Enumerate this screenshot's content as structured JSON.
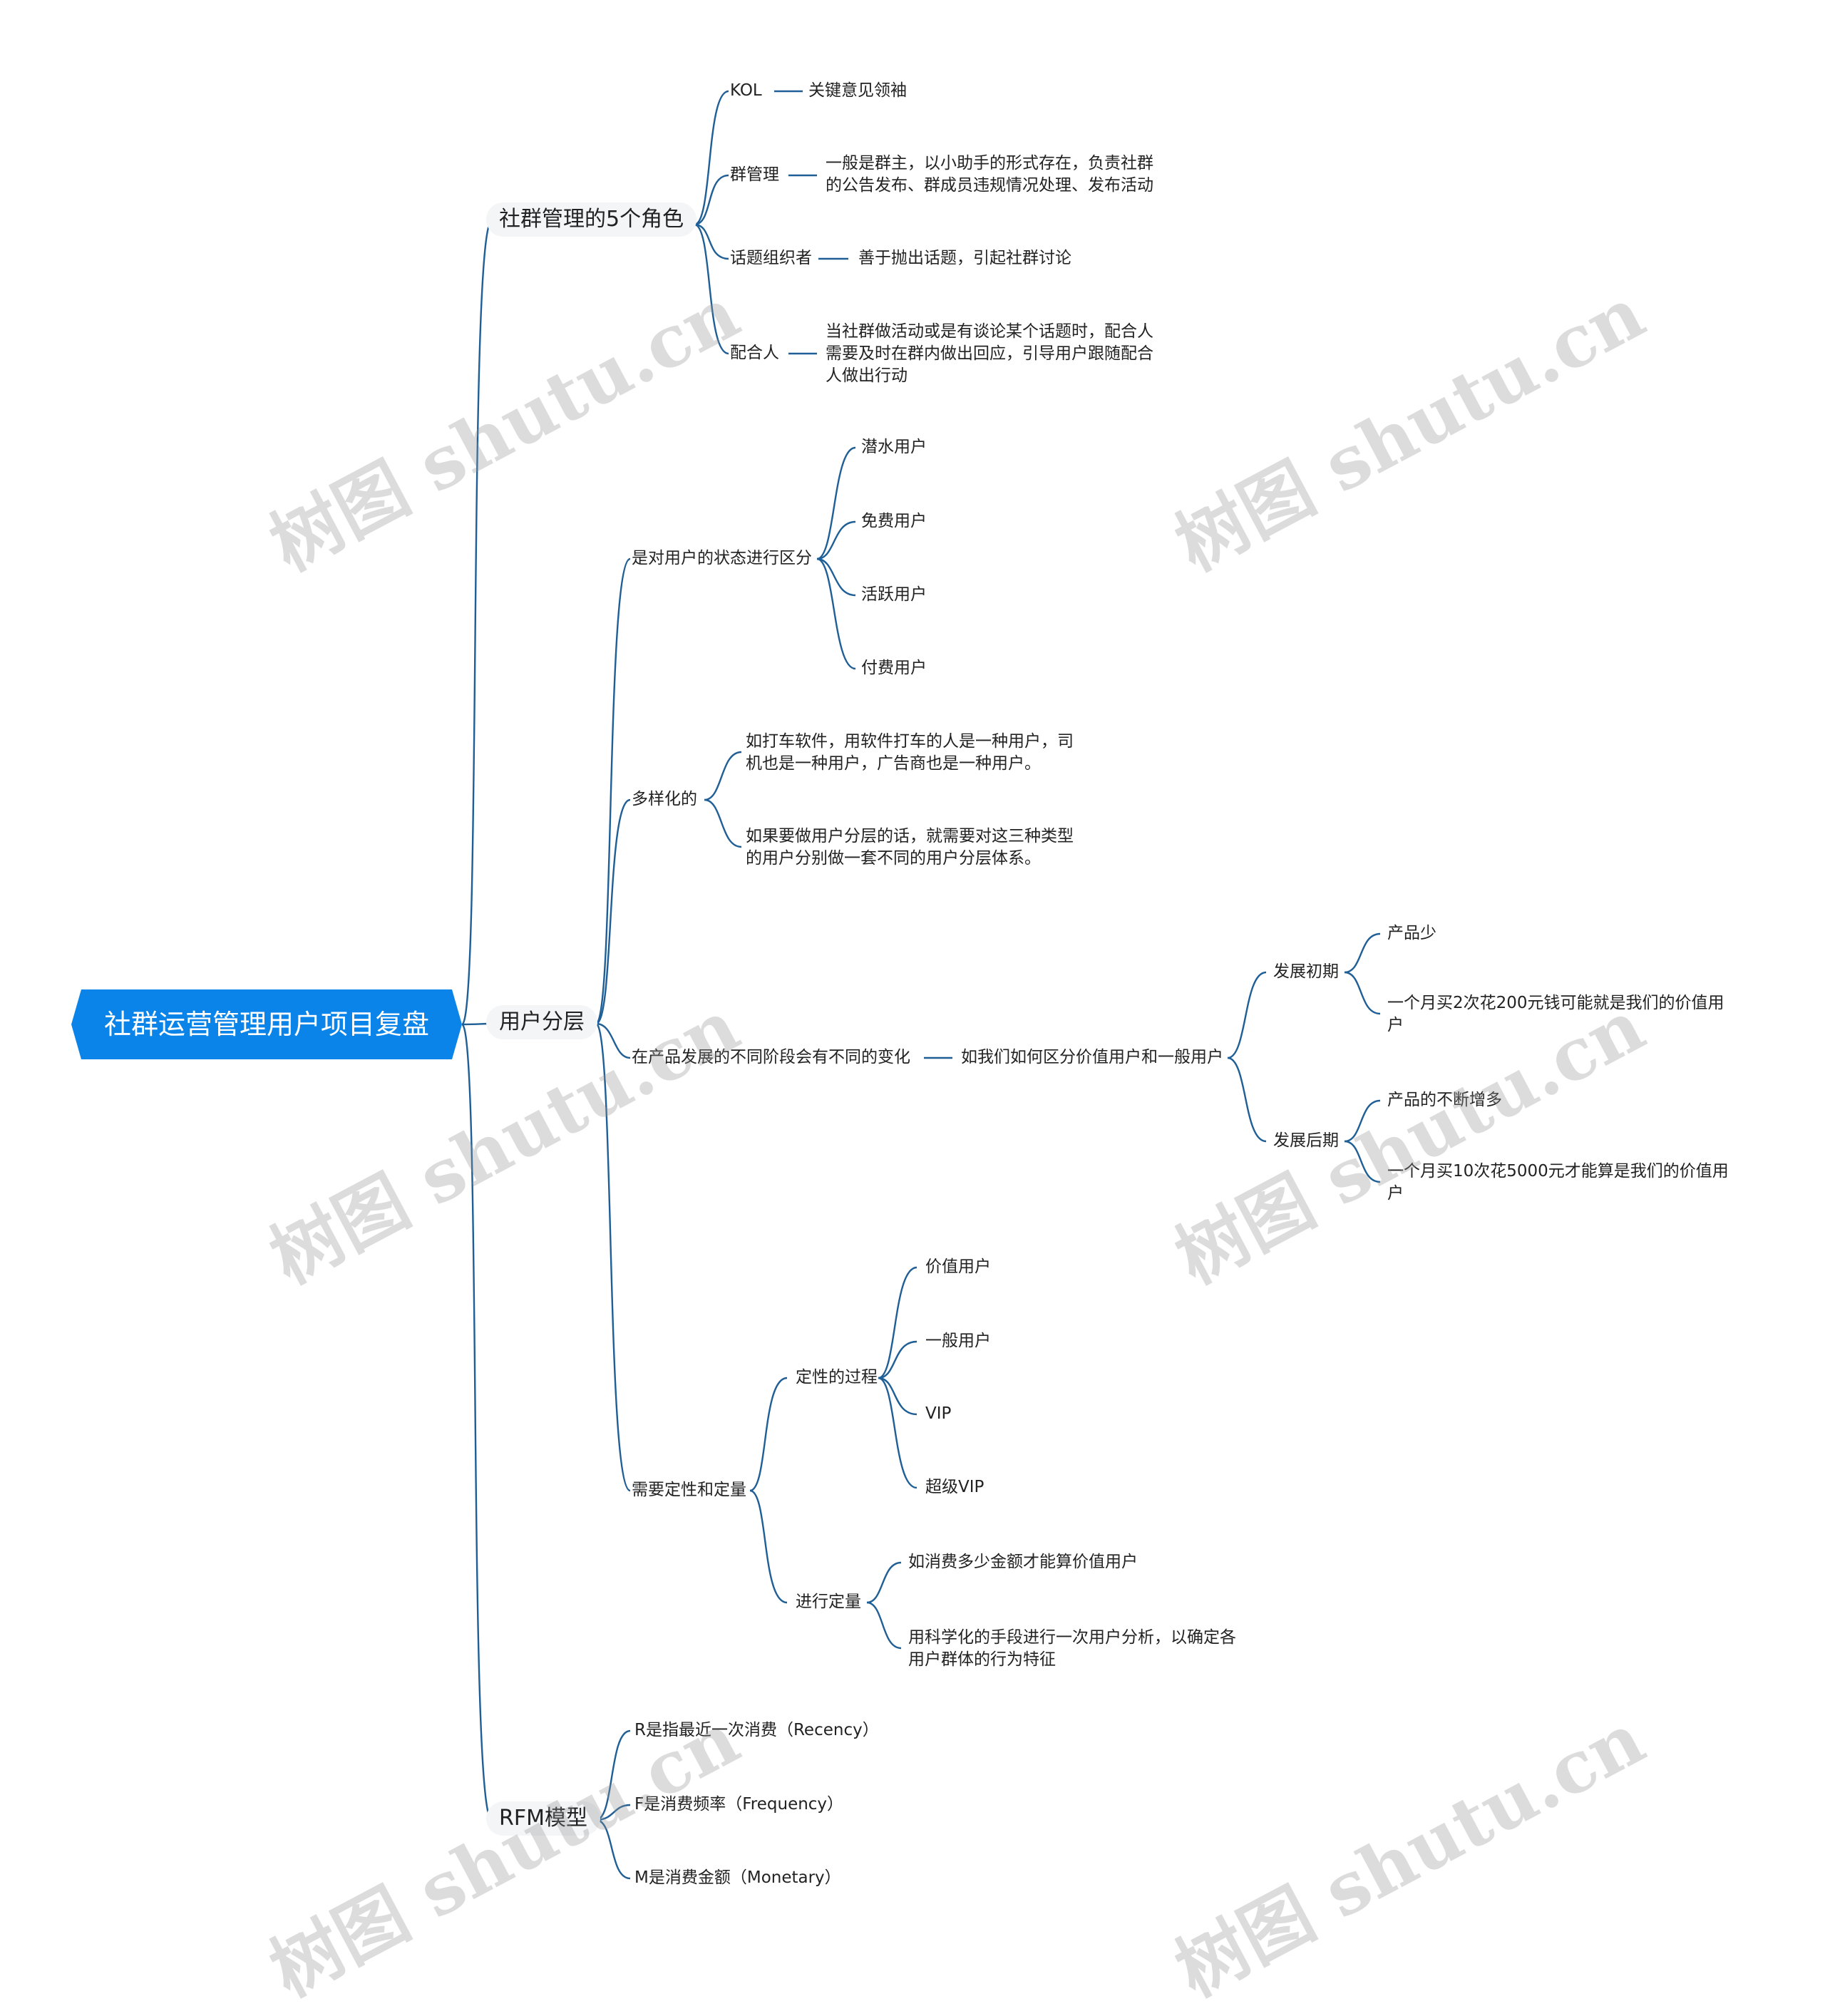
{
  "root": "社群运营管理用户项目复盘",
  "accent_color": "#0a84e8",
  "line_color": "#1f5f96",
  "watermark": "树图 shutu.cn",
  "branches": {
    "roles": {
      "label": "社群管理的5个角色",
      "kol": "KOL",
      "kol_desc": "关键意见领袖",
      "admin": "群管理",
      "admin_desc": "一般是群主，以小助手的形式存在，负责社群的公告发布、群成员违规情况处理、发布活动",
      "topic": "话题组织者",
      "topic_desc": "善于抛出话题，引起社群讨论",
      "partner": "配合人",
      "partner_desc": "当社群做活动或是有谈论某个话题时，配合人需要及时在群内做出回应，引导用户跟随配合人做出行动"
    },
    "layers": {
      "label": "用户分层",
      "state": "是对用户的状态进行区分",
      "state_items": [
        "潜水用户",
        "免费用户",
        "活跃用户",
        "付费用户"
      ],
      "diverse": "多样化的",
      "diverse_items": [
        "如打车软件，用软件打车的人是一种用户，司机也是一种用户，广告商也是一种用户。",
        "如果要做用户分层的话，就需要对这三种类型的用户分别做一套不同的用户分层体系。"
      ],
      "stage": "在产品发展的不同阶段会有不同的变化",
      "stage_q": "如我们如何区分价值用户和一般用户",
      "early": "发展初期",
      "early_items": [
        "产品少",
        "一个月买2次花200元钱可能就是我们的价值用户"
      ],
      "late": "发展后期",
      "late_items": [
        "产品的不断增多",
        "一个月买10次花5000元才能算是我们的价值用户"
      ],
      "qq": "需要定性和定量",
      "qual": "定性的过程",
      "qual_items": [
        "价值用户",
        "一般用户",
        "VIP",
        "超级VIP"
      ],
      "quant": "进行定量",
      "quant_items": [
        "如消费多少金额才能算价值用户",
        "用科学化的手段进行一次用户分析，以确定各用户群体的行为特征"
      ]
    },
    "rfm": {
      "label": "RFM模型",
      "items": [
        "R是指最近一次消费（Recency）",
        "F是消费频率（Frequency）",
        "M是消费金额（Monetary）"
      ]
    }
  }
}
